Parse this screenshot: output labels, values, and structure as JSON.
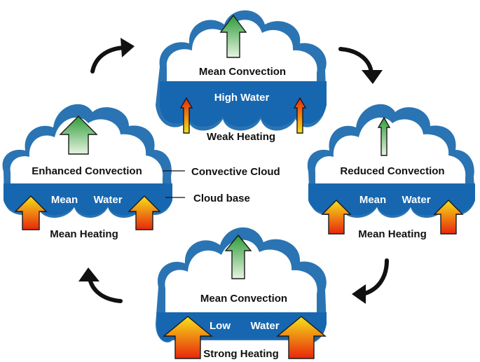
{
  "clouds": {
    "top": {
      "convection": "Mean Convection",
      "water": "High Water",
      "heating": "Weak Heating",
      "convection_arrow": "medium",
      "heating_arrows": "thin"
    },
    "right": {
      "convection": "Reduced Convection",
      "water_left": "Mean",
      "water_right": "Water",
      "heating": "Mean Heating",
      "convection_arrow": "thin",
      "heating_arrows": "medium"
    },
    "bottom": {
      "convection": "Mean Convection",
      "water_left": "Low",
      "water_right": "Water",
      "heating": "Strong Heating",
      "convection_arrow": "medium",
      "heating_arrows": "wide"
    },
    "left": {
      "convection": "Enhanced Convection",
      "water_left": "Mean",
      "water_right": "Water",
      "heating": "Mean Heating",
      "convection_arrow": "wide",
      "heating_arrows": "medium"
    }
  },
  "legend": {
    "cloud": "Convective Cloud",
    "base": "Cloud base"
  },
  "colors": {
    "cloud_outline": "#2a74b4",
    "water": "#1666b0",
    "convection_arrow_top": "#2e9b3a",
    "convection_arrow_bottom": "#e6f4e0",
    "heating_arrow_top": "#f5e21a",
    "heating_arrow_bottom": "#e8260c",
    "cycle_arrow": "#111111"
  },
  "cycle": {
    "direction": "clockwise"
  }
}
